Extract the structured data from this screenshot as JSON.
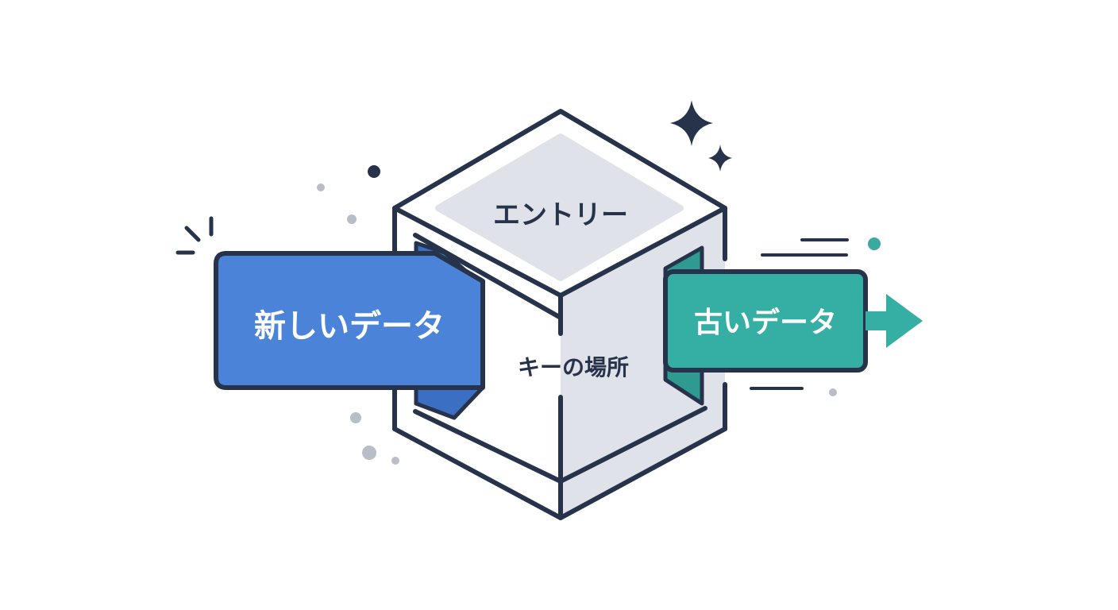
{
  "diagram": {
    "box_top_label": "エントリー",
    "box_front_label": "キーの場所",
    "new_data_label": "新しいデータ",
    "old_data_label": "古いデータ"
  },
  "colors": {
    "outline": "#26334a",
    "new_data": "#4a83d8",
    "new_data_dark": "#3a6fc4",
    "old_data": "#35aea4",
    "old_data_dark": "#2e9a90",
    "box_face": "#dfe2e8",
    "box_white": "#ffffff",
    "dot_gray": "#b8bec8",
    "accent_teal": "#3aaa9e"
  },
  "icons": [
    "sparkle-large-icon",
    "sparkle-small-icon",
    "arrow-right-icon"
  ]
}
